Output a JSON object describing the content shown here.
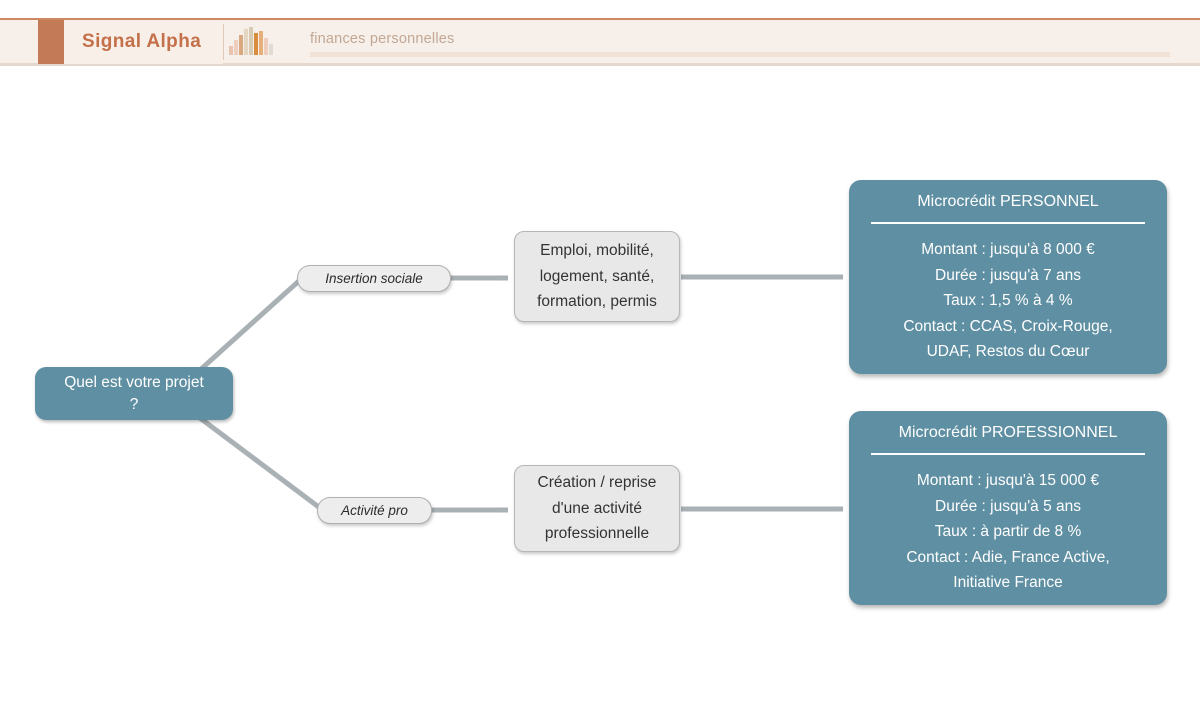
{
  "header": {
    "brand_title": "Signal Alpha",
    "subtitle": "finances personnelles",
    "logo_icon": "bar-chart-icon",
    "accent_color": "#c27b56",
    "band_color": "#f7efe9",
    "title_color": "#c4714a",
    "subtitle_color": "#c2a894"
  },
  "diagram": {
    "type": "decision-tree",
    "node_color": "#5f8fa2",
    "box_color": "#e8e8e8",
    "edge_color": "#a9b1b5",
    "root": {
      "line1": "Quel est votre projet",
      "line2": "?"
    },
    "branches": [
      {
        "label": "Insertion sociale",
        "criteria": [
          "Emploi, mobilité,",
          "logement, santé,",
          "formation, permis"
        ],
        "result": {
          "title": "Microcrédit PERSONNEL",
          "lines": [
            "Montant : jusqu'à 8 000 €",
            "Durée : jusqu'à 7 ans",
            "Taux : 1,5 % à 4 %",
            "Contact : CCAS, Croix-Rouge,",
            "UDAF, Restos du Cœur"
          ]
        }
      },
      {
        "label": "Activité pro",
        "criteria": [
          "Création / reprise",
          "d'une activité",
          "professionnelle"
        ],
        "result": {
          "title": "Microcrédit PROFESSIONNEL",
          "lines": [
            "Montant : jusqu'à 15 000 €",
            "Durée : jusqu'à 5 ans",
            "Taux : à partir de 8 %",
            "Contact : Adie, France Active,",
            "Initiative France"
          ]
        }
      }
    ]
  }
}
